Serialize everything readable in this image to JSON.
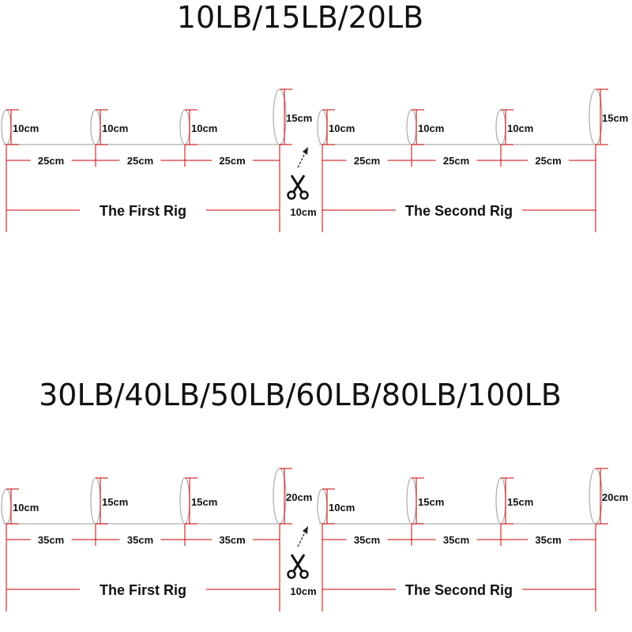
{
  "colors": {
    "accent": "#cc0000",
    "line": "#cc0000",
    "loop": "#b0b0b0",
    "text": "#111111"
  },
  "diagrams": [
    {
      "title": "10LB/15LB/20LB",
      "rigs": [
        {
          "label": "The First Rig",
          "loops": [
            "10cm",
            "10cm",
            "10cm",
            "15cm"
          ],
          "spacing": [
            "25cm",
            "25cm",
            "25cm"
          ]
        },
        {
          "label": "The Second Rig",
          "loops": [
            "10cm",
            "10cm",
            "10cm",
            "15cm"
          ],
          "spacing": [
            "25cm",
            "25cm",
            "25cm"
          ]
        }
      ],
      "cut_gap": "10cm"
    },
    {
      "title": "30LB/40LB/50LB/60LB/80LB/100LB",
      "rigs": [
        {
          "label": "The First Rig",
          "loops": [
            "10cm",
            "15cm",
            "15cm",
            "20cm"
          ],
          "spacing": [
            "35cm",
            "35cm",
            "35cm"
          ]
        },
        {
          "label": "The Second Rig",
          "loops": [
            "10cm",
            "15cm",
            "15cm",
            "20cm"
          ],
          "spacing": [
            "35cm",
            "35cm",
            "35cm"
          ]
        }
      ],
      "cut_gap": "10cm"
    }
  ]
}
